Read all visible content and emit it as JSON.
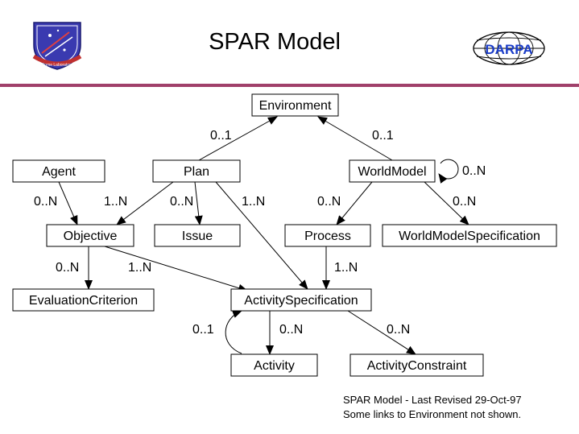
{
  "title": "SPAR Model",
  "logos": {
    "left_text": "Rome Laboratory",
    "right_text": "DARPA"
  },
  "nodes": {
    "environment": "Environment",
    "agent": "Agent",
    "plan": "Plan",
    "worldmodel": "WorldModel",
    "objective": "Objective",
    "issue": "Issue",
    "process": "Process",
    "worldmodelspec": "WorldModelSpecification",
    "evaluation": "EvaluationCriterion",
    "activityspec": "ActivitySpecification",
    "activity": "Activity",
    "activityconstraint": "ActivityConstraint"
  },
  "edges": [
    {
      "from": "plan",
      "to": "environment",
      "label": "0..1"
    },
    {
      "from": "worldmodel",
      "to": "environment",
      "label": "0..1"
    },
    {
      "from": "worldmodel",
      "to": "worldmodel",
      "label": "0..N"
    },
    {
      "from": "agent",
      "to": "objective",
      "label": "0..N"
    },
    {
      "from": "plan",
      "to": "objective",
      "label": "1..N"
    },
    {
      "from": "plan",
      "to": "issue",
      "label": "0..N"
    },
    {
      "from": "plan",
      "to": "activityspec",
      "label": "1..N"
    },
    {
      "from": "worldmodel",
      "to": "process",
      "label": "0..N"
    },
    {
      "from": "worldmodel",
      "to": "worldmodelspec",
      "label": "0..N"
    },
    {
      "from": "objective",
      "to": "evaluation",
      "label": "0..N"
    },
    {
      "from": "objective",
      "to": "activityspec",
      "label": "1..N"
    },
    {
      "from": "process",
      "to": "activityspec",
      "label": "1..N"
    },
    {
      "from": "activity",
      "to": "activityspec",
      "label": "0..1"
    },
    {
      "from": "activityspec",
      "to": "activity",
      "label": "0..N"
    },
    {
      "from": "activityspec",
      "to": "activityconstraint",
      "label": "0..N"
    }
  ],
  "footer": {
    "line1": "SPAR Model - Last Revised 29-Oct-97",
    "line2": "Some links to Environment not shown."
  },
  "colors": {
    "rule": "#a0406a",
    "shield": "#3a3ab0",
    "darpa": "#1a3cc8"
  }
}
